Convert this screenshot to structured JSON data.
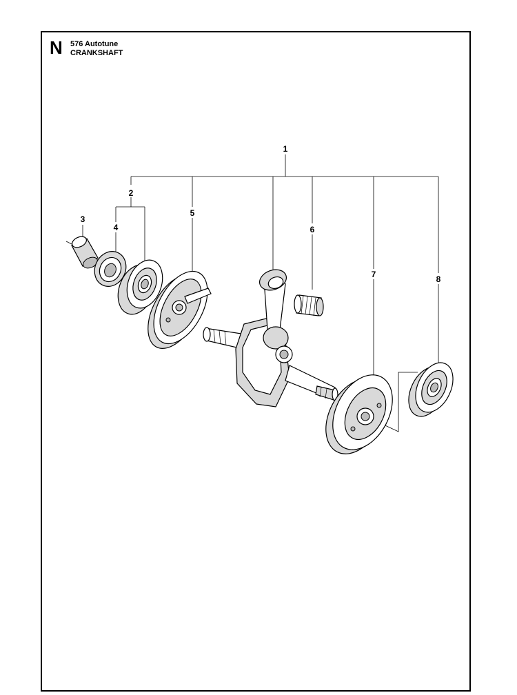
{
  "header": {
    "section_letter": "N",
    "model": "576 Autotune",
    "section_name": "CRANKSHAFT"
  },
  "callouts": [
    {
      "id": "1",
      "label": "1"
    },
    {
      "id": "2",
      "label": "2"
    },
    {
      "id": "3",
      "label": "3"
    },
    {
      "id": "4",
      "label": "4"
    },
    {
      "id": "5",
      "label": "5"
    },
    {
      "id": "6",
      "label": "6"
    },
    {
      "id": "7",
      "label": "7"
    },
    {
      "id": "8",
      "label": "8"
    }
  ],
  "colors": {
    "line": "#000000",
    "background": "#ffffff",
    "shade": "#d9d9d9"
  }
}
